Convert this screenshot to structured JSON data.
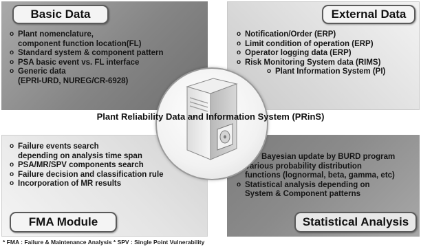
{
  "center": {
    "title": "Plant Reliability Data and Information System (PRinS)",
    "icon": "server-icon"
  },
  "quadrants": {
    "basic_data": {
      "title": "Basic Data",
      "items": [
        "Plant nomenclature,",
        "component function location(FL)",
        "Standard system & component pattern",
        "PSA basic event vs. FL interface",
        "Generic data",
        "(EPRI-URD, NUREG/CR-6928)"
      ]
    },
    "external_data": {
      "title": "External Data",
      "items": [
        "Notification/Order (ERP)",
        "Limit condition of operation (ERP)",
        "Operator logging data (ERP)",
        "Risk Monitoring System data (RIMS)",
        "Plant Information System (PI)"
      ]
    },
    "fma_module": {
      "title": "FMA Module",
      "items": [
        "Failure events search",
        "depending on analysis time span",
        "PSA/MR/SPV components search",
        "Failure decision and classification rule",
        "Incorporation of MR results"
      ]
    },
    "statistical_analysis": {
      "title": "Statistical Analysis",
      "items": [
        "Bayesian update by BURD program",
        "Various probability distribution",
        "functions (lognormal, beta, gamma, etc)",
        "Statistical analysis depending on",
        "System & Component patterns"
      ]
    }
  },
  "footnote": "* FMA : Failure & Maintenance Analysis  * SPV : Single Point Vulnerability"
}
